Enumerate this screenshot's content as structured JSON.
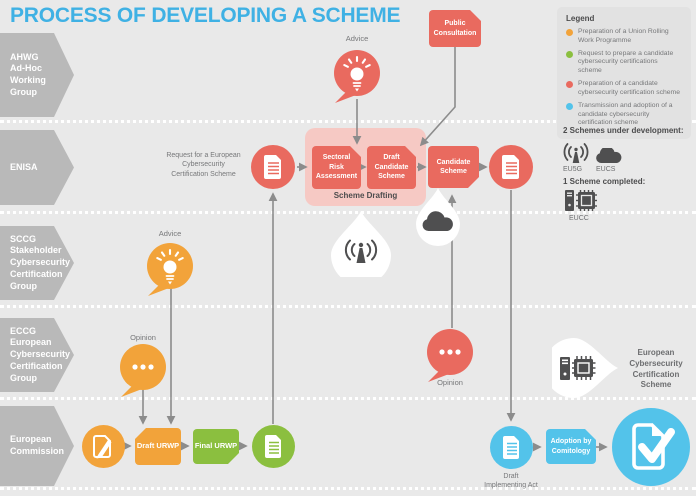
{
  "title": "PROCESS OF DEVELOPING A SCHEME",
  "legend": {
    "heading": "Legend",
    "items": [
      {
        "color": "#f2a33a",
        "text": "Preparation of a Union Rolling Work Programme"
      },
      {
        "color": "#8bbf3f",
        "text": "Request to prepare a candidate cybersecurity certifications scheme"
      },
      {
        "color": "#e96a5f",
        "text": "Preparation of a candidate cybersecurity certification scheme"
      },
      {
        "color": "#53c3ea",
        "text": "Transmission and adoption of a candidate cybersecurity certification scheme"
      }
    ]
  },
  "lanes": [
    {
      "label": "AHWG\nAd-Hoc\nWorking\nGroup"
    },
    {
      "label": "ENISA"
    },
    {
      "label": "SCCG\nStakeholder\nCybersecurity\nCertification\nGroup"
    },
    {
      "label": "ECCG\nEuropean\nCybersecurity\nCertification\nGroup"
    },
    {
      "label": "European\nCommission"
    }
  ],
  "nodes": {
    "advice_ahwg": "Advice",
    "public_consultation": "Public\nConsultation",
    "request_text": "Request for a European\nCybersecurity\nCertification Scheme",
    "sectoral_risk": "Sectoral\nRisk\nAssessment",
    "draft_candidate": "Draft\nCandidate\nScheme",
    "scheme_drafting": "Scheme Drafting",
    "candidate_scheme": "Candidate\nScheme",
    "advice_sccg": "Advice",
    "opinion_eccg": "Opinion",
    "opinion_right": "Opinion",
    "draft_urwp": "Draft URWP",
    "final_urwp": "Final URWP",
    "draft_implementing_act": "Draft\nImplementing Act",
    "adoption_comitology": "Adoption by\nComitology"
  },
  "status_panel": {
    "under_development_heading": "2 Schemes  under development:",
    "schemes_dev": [
      "EU5G",
      "EUCS"
    ],
    "completed_heading": "1 Scheme  completed:",
    "schemes_done": [
      "EUCC"
    ],
    "ecc_scheme": "European\nCybersecurity\nCertification\nScheme"
  },
  "colors": {
    "background": "#e9e9e9",
    "title_blue": "#3fb1e4",
    "lane_gray": "#b9b9b9",
    "red": "#e96a5f",
    "pink_container": "#f6c9c4",
    "orange": "#f2a33a",
    "green": "#8bbf3f",
    "blue": "#53c3ea",
    "dark_icon": "#4f4f50",
    "connector_gray": "#8c8c8c"
  }
}
